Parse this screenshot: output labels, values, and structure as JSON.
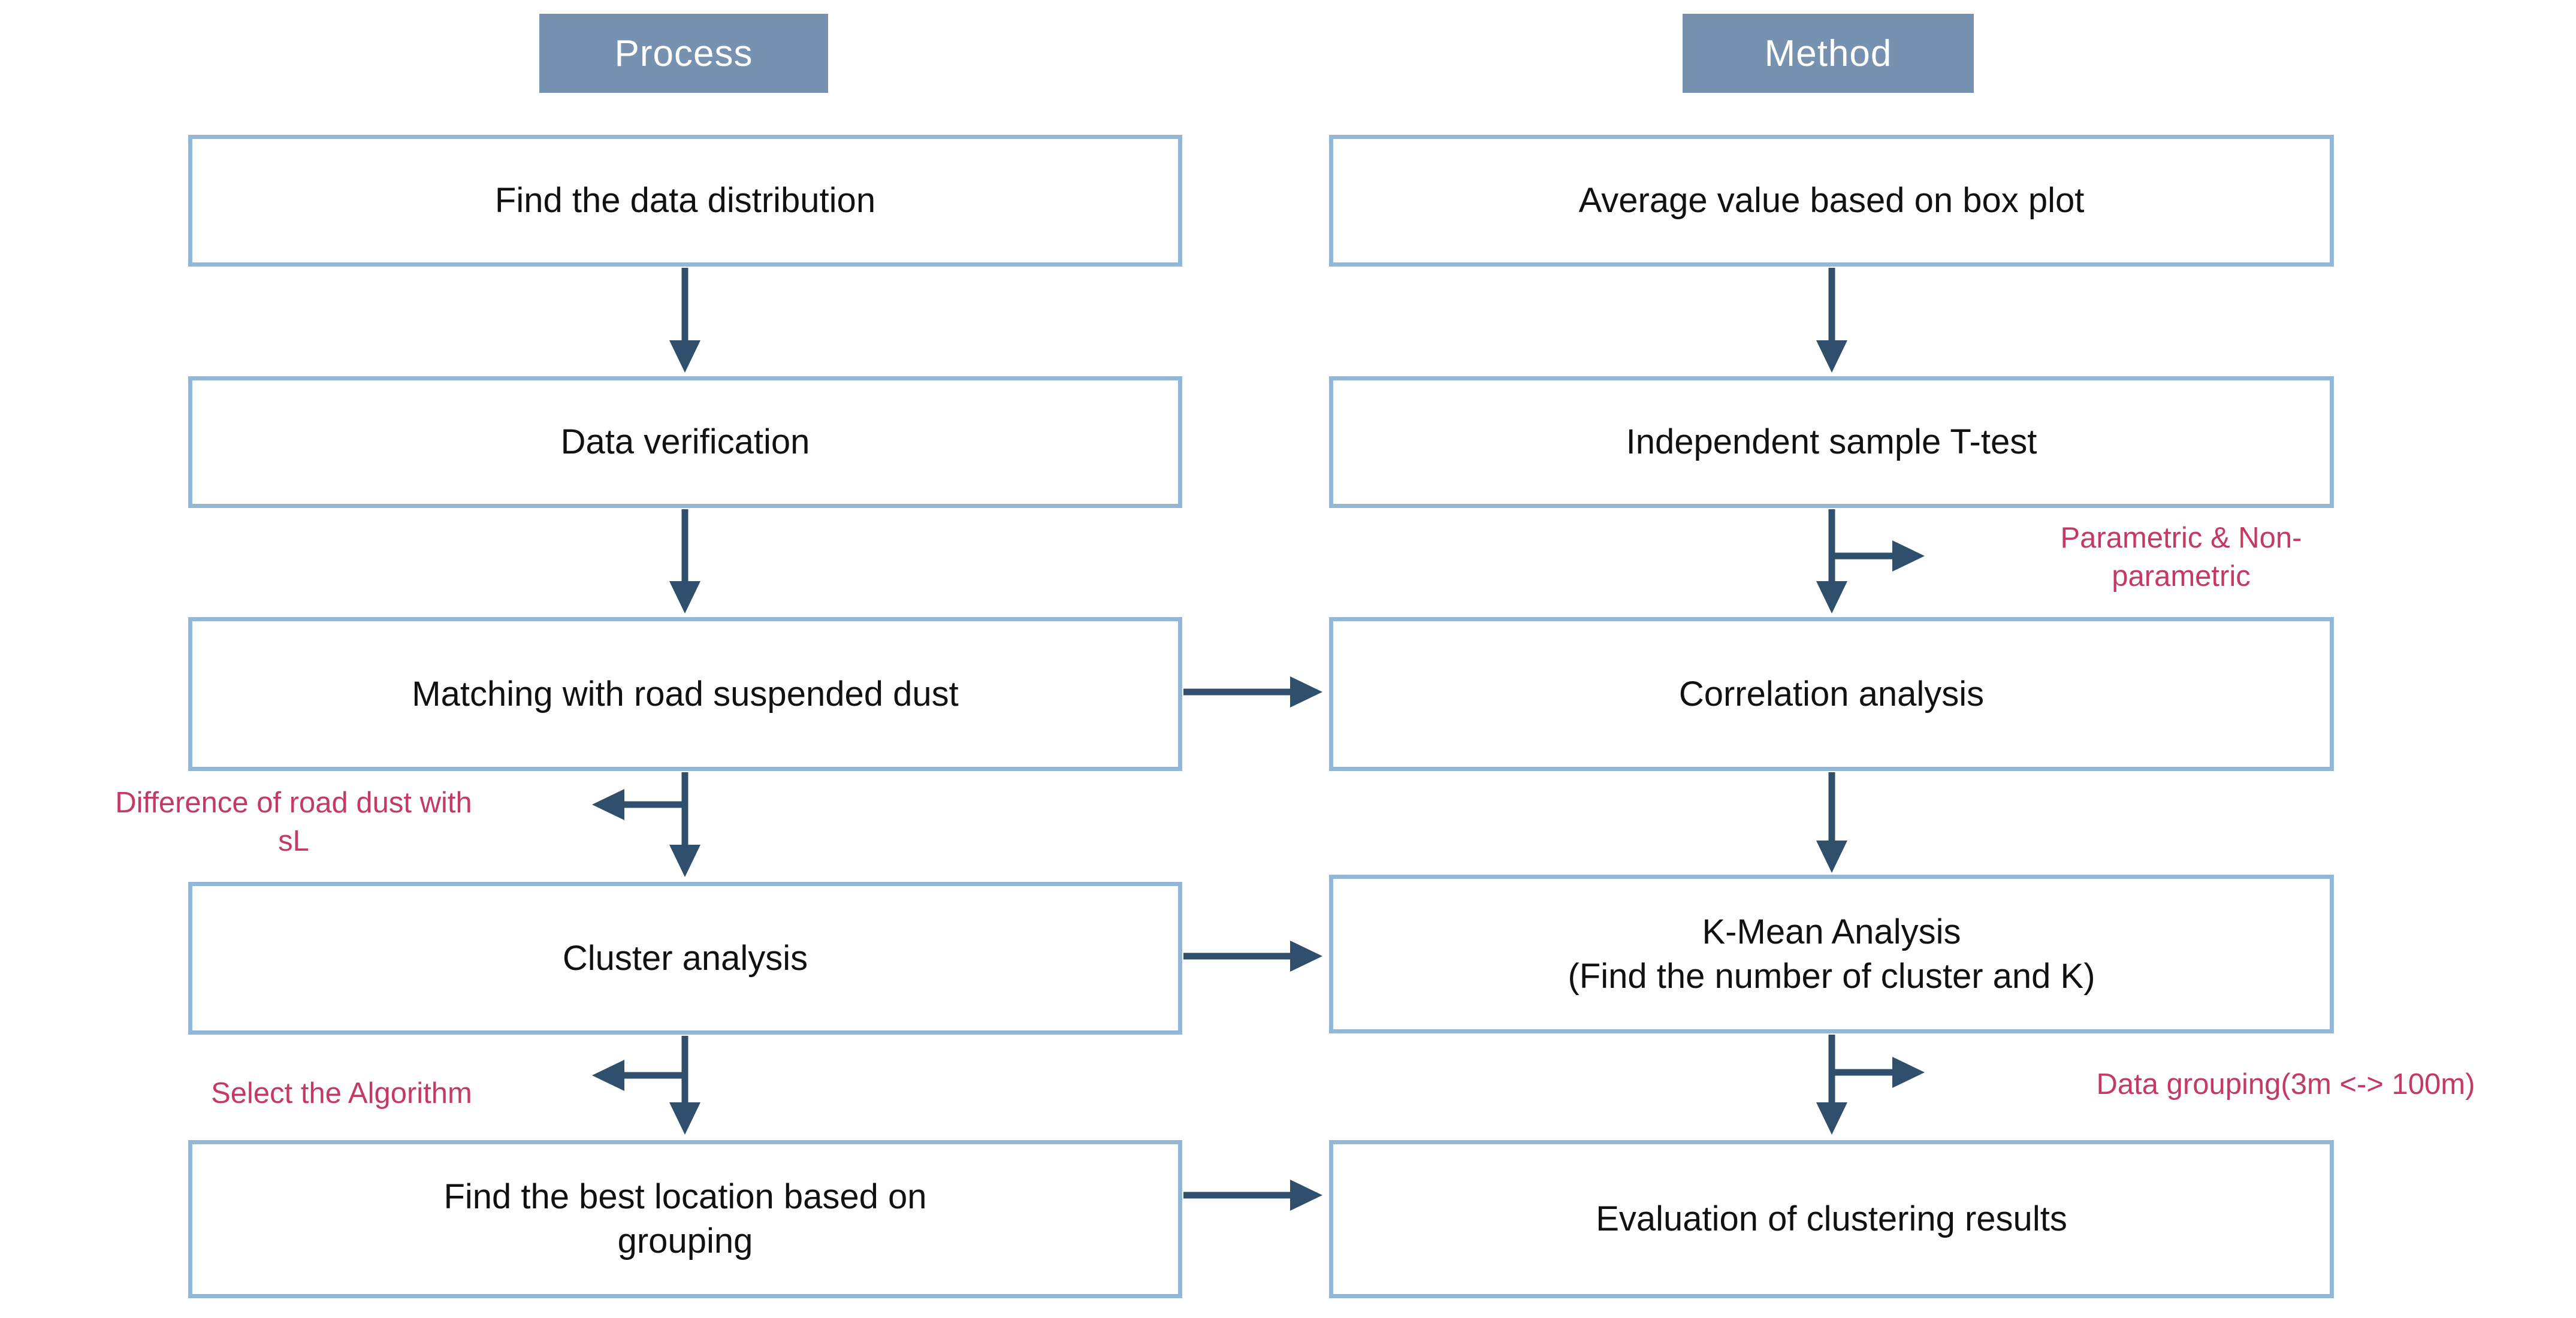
{
  "headers": {
    "process": "Process",
    "method": "Method"
  },
  "process_steps": [
    "Find the data distribution",
    "Data verification",
    "Matching with road suspended dust",
    "Cluster analysis",
    "Find the best location based on\ngrouping"
  ],
  "method_steps": [
    "Average value based on box plot",
    "Independent sample T-test",
    "Correlation analysis",
    "K-Mean Analysis\n(Find the number of cluster and K)",
    "Evaluation of clustering results"
  ],
  "annotations": {
    "parametric": "Parametric & Non-\nparametric",
    "road_dust": "Difference of road dust with\nsL",
    "algorithm": "Select the Algorithm",
    "grouping": "Data grouping(3m <-> 100m)"
  },
  "colors": {
    "header_bg": "#7792b1",
    "box_border": "#93b7d4",
    "arrow": "#2f4f6d",
    "annotation": "#c53a62"
  }
}
